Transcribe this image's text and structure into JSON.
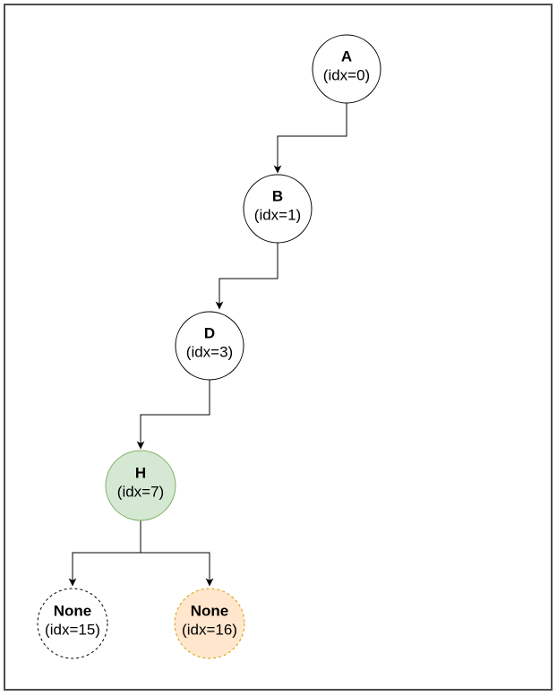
{
  "page": {
    "background": "#ffffff",
    "border_color": "#4d4d4d"
  },
  "diagram": {
    "type": "binary-tree",
    "edge_color": "#000000",
    "text_color": "#000000",
    "nodes": [
      {
        "id": "A",
        "label": "A",
        "sublabel": "(idx=0)",
        "fill": "#ffffff",
        "stroke": "#000000",
        "border_style": "solid"
      },
      {
        "id": "B",
        "label": "B",
        "sublabel": "(idx=1)",
        "fill": "#ffffff",
        "stroke": "#000000",
        "border_style": "solid"
      },
      {
        "id": "D",
        "label": "D",
        "sublabel": "(idx=3)",
        "fill": "#ffffff",
        "stroke": "#000000",
        "border_style": "solid"
      },
      {
        "id": "H",
        "label": "H",
        "sublabel": "(idx=7)",
        "fill": "#d5e8d4",
        "stroke": "#82b366",
        "border_style": "solid"
      },
      {
        "id": "None-15",
        "label": "None",
        "sublabel": "(idx=15)",
        "fill": "#ffffff",
        "stroke": "#000000",
        "border_style": "dashed"
      },
      {
        "id": "None-16",
        "label": "None",
        "sublabel": "(idx=16)",
        "fill": "#ffe6cc",
        "stroke": "#d79b00",
        "border_style": "dashed"
      }
    ],
    "edges": [
      {
        "from": "A",
        "to": "B"
      },
      {
        "from": "B",
        "to": "D"
      },
      {
        "from": "D",
        "to": "H"
      },
      {
        "from": "H",
        "to": "None-15"
      },
      {
        "from": "H",
        "to": "None-16"
      }
    ]
  }
}
